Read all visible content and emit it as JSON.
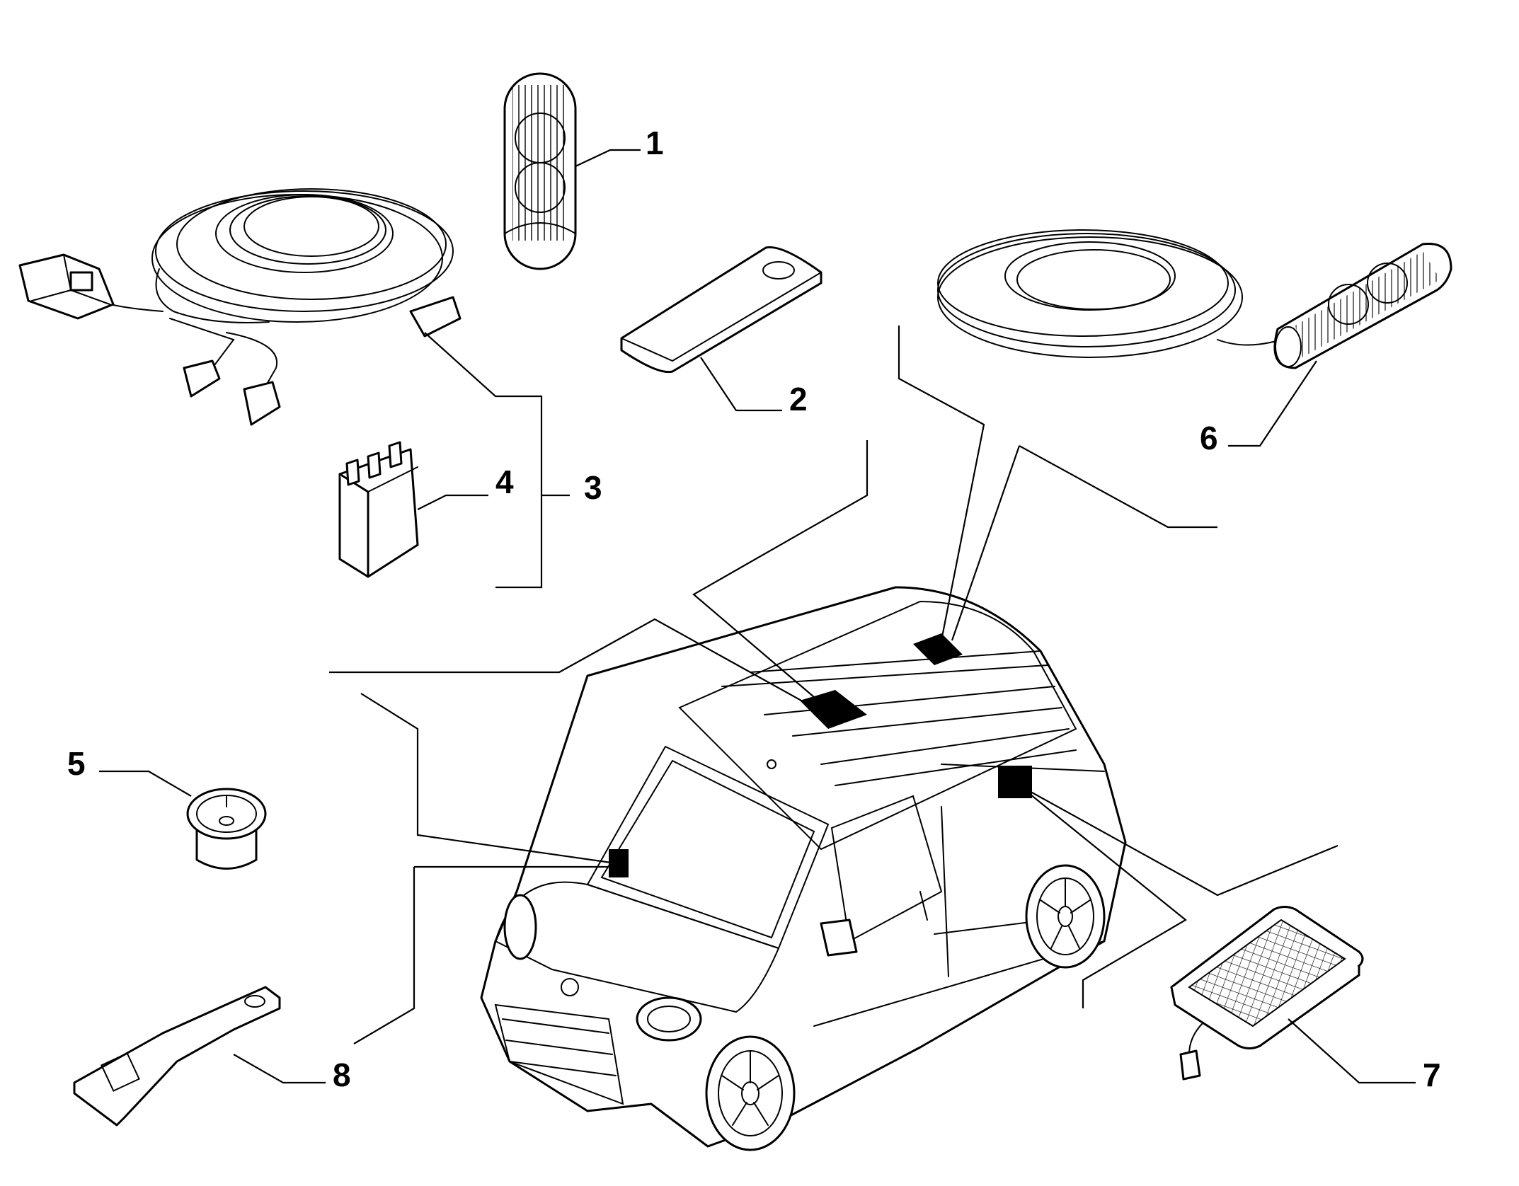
{
  "callouts": [
    {
      "id": "1",
      "label": "1"
    },
    {
      "id": "2",
      "label": "2"
    },
    {
      "id": "3",
      "label": "3"
    },
    {
      "id": "4",
      "label": "4"
    },
    {
      "id": "5",
      "label": "5"
    },
    {
      "id": "6",
      "label": "6"
    },
    {
      "id": "7",
      "label": "7"
    },
    {
      "id": "8",
      "label": "8"
    }
  ],
  "colors": {
    "line": "#000000",
    "background": "#ffffff",
    "marker": "#000000"
  }
}
